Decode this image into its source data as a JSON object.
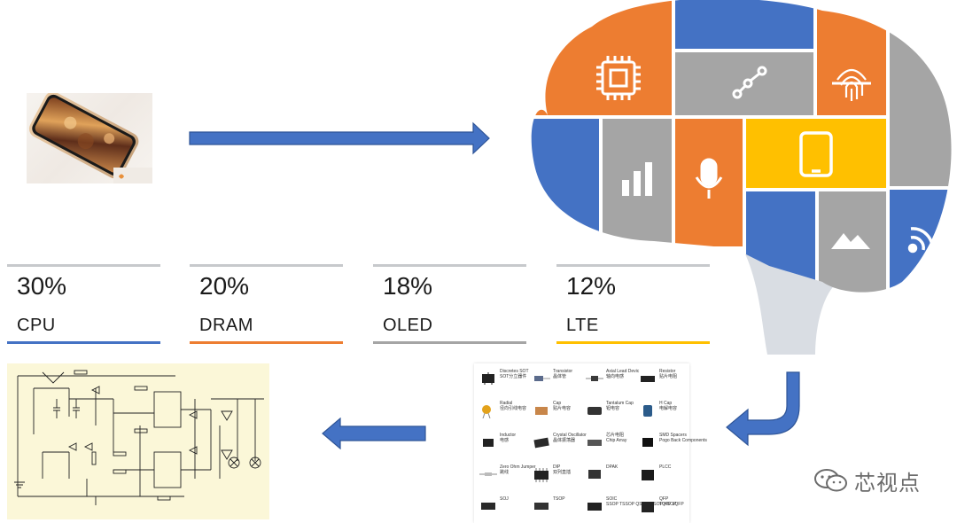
{
  "stats": [
    {
      "percent": "30%",
      "label": "CPU",
      "color": "#4472c4"
    },
    {
      "percent": "20%",
      "label": "DRAM",
      "color": "#ed7d31"
    },
    {
      "percent": "18%",
      "label": "OLED",
      "color": "#a5a5a5"
    },
    {
      "percent": "12%",
      "label": "LTE",
      "color": "#ffc000"
    }
  ],
  "brain": {
    "tile_icons": [
      "chip-icon",
      "route-icon",
      "fingerprint-icon",
      "bar-chart-icon",
      "microphone-icon",
      "smartphone-icon",
      "mountain-image-icon",
      "wifi-signal-icon"
    ],
    "colors": {
      "orange": "#ed7d31",
      "blue": "#4472c4",
      "gray": "#a5a5a5",
      "yellow": "#ffc000",
      "lightgray": "#d9dde3"
    }
  },
  "components": [
    {
      "name": "Discretes SOT",
      "sub": "SOT分立器件"
    },
    {
      "name": "Transistor",
      "sub": "晶体管"
    },
    {
      "name": "Axial Lead Devic",
      "sub": "轴向电感"
    },
    {
      "name": "Resistor",
      "sub": "贴片电阻"
    },
    {
      "name": "Radial",
      "sub": "径向引线电容"
    },
    {
      "name": "Cap",
      "sub": "贴片电容"
    },
    {
      "name": "Tantalum Cap",
      "sub": "钽电容"
    },
    {
      "name": "H Cap",
      "sub": "电解电容"
    },
    {
      "name": "Inductor",
      "sub": "电感"
    },
    {
      "name": "Crystal Oscillator",
      "sub": "晶体振荡器"
    },
    {
      "name": "芯片电阻",
      "sub": "Chip Array"
    },
    {
      "name": "SMD Spacers",
      "sub": "Pogo Back Components"
    },
    {
      "name": "Zero Ohm Jumper",
      "sub": "跳线"
    },
    {
      "name": "DIP",
      "sub": "双列直插"
    },
    {
      "name": "DPAK",
      "sub": ""
    },
    {
      "name": "PLCC",
      "sub": ""
    },
    {
      "name": "SOJ",
      "sub": ""
    },
    {
      "name": "TSOP",
      "sub": ""
    },
    {
      "name": "SOIC",
      "sub": "SSOP TSSOP QSOP MSOP HSOP"
    },
    {
      "name": "QFP",
      "sub": "TQFP LQFP"
    }
  ],
  "watermark": {
    "text": "芯视点"
  }
}
